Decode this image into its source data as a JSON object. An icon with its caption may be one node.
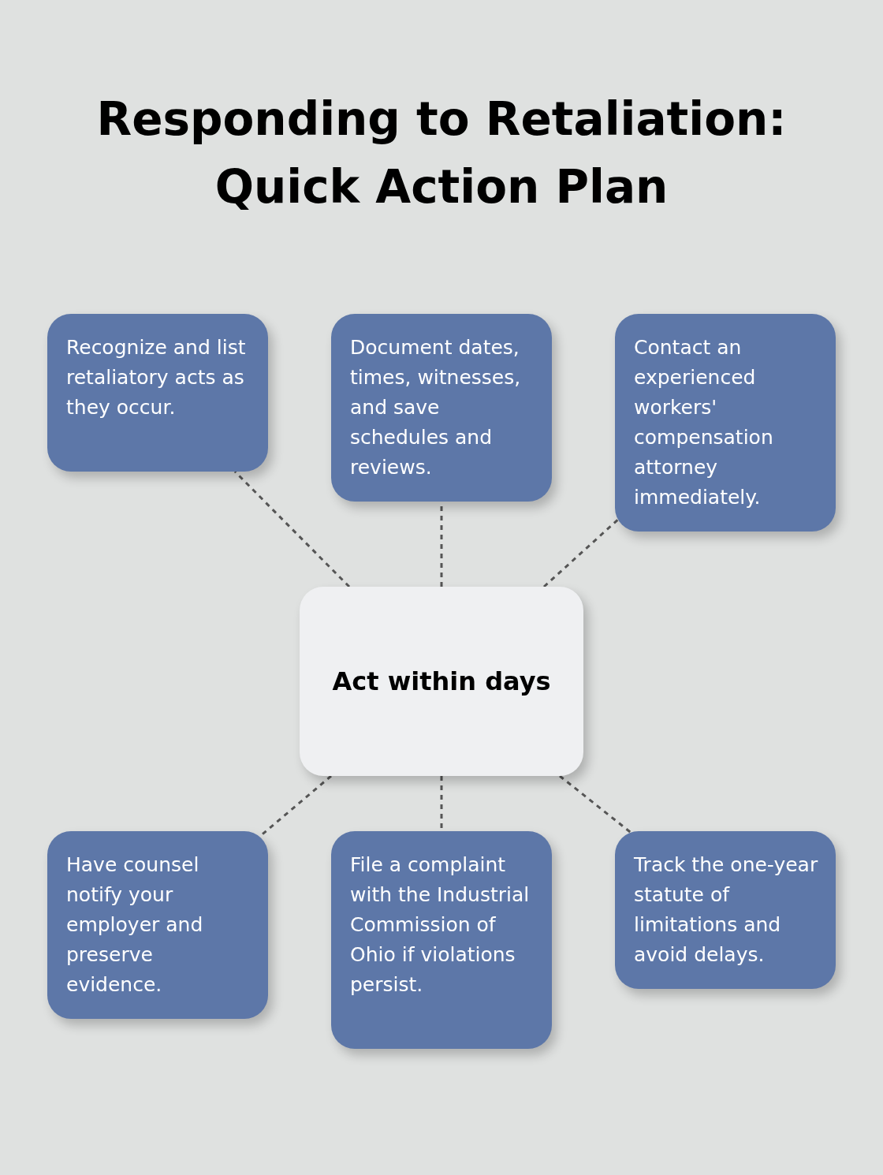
{
  "diagram": {
    "title": "Responding to Retaliation: Quick Action Plan",
    "nodes": [
      {
        "text": [
          "Recognize and list retaliatory acts as they occur."
        ]
      },
      {
        "text": [
          "Document dates, times, witnesses, and save schedules and reviews."
        ]
      },
      {
        "text": [
          "Contact an experienced workers' compensation attorney immediately."
        ]
      },
      {
        "text": [
          "Act within days"
        ]
      },
      {
        "text": [
          "Have counsel notify your employer and preserve evidence."
        ]
      },
      {
        "text": [
          "File a complaint with the Industrial Commission of Ohio if violations persist."
        ]
      },
      {
        "text": [
          "Track the one-year statute of limitations and avoid delays."
        ]
      }
    ],
    "edges": [
      {
        "from": 3,
        "to": 0,
        "arrow": "none",
        "style": "dashed"
      },
      {
        "from": 3,
        "to": 1,
        "arrow": "none",
        "style": "dashed"
      },
      {
        "from": 3,
        "to": 2,
        "arrow": "none",
        "style": "dashed"
      },
      {
        "from": 3,
        "to": 4,
        "arrow": "none",
        "style": "dashed"
      },
      {
        "from": 3,
        "to": 5,
        "arrow": "none",
        "style": "dashed"
      },
      {
        "from": 3,
        "to": 6,
        "arrow": "none",
        "style": "dashed"
      }
    ]
  }
}
